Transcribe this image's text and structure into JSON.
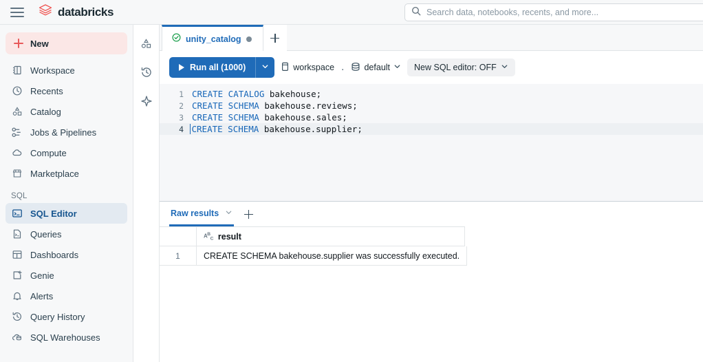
{
  "topbar": {
    "menu_icon": "hamburger-icon",
    "brand": "databricks",
    "brand_logo_icon": "databricks-logo-icon",
    "brand_color": "#ef5350",
    "search": {
      "icon": "search-icon",
      "placeholder": "Search data, notebooks, recents, and more...",
      "value": ""
    }
  },
  "sidebar": {
    "new_button": {
      "label": "New",
      "icon": "plus-icon",
      "bg": "#fbe7e6",
      "accent": "#e8595a"
    },
    "items": [
      {
        "label": "Workspace",
        "icon": "workspace-icon",
        "active": false
      },
      {
        "label": "Recents",
        "icon": "clock-icon",
        "active": false
      },
      {
        "label": "Catalog",
        "icon": "catalog-shapes-icon",
        "active": false
      },
      {
        "label": "Jobs & Pipelines",
        "icon": "pipelines-icon",
        "active": false
      },
      {
        "label": "Compute",
        "icon": "cloud-icon",
        "active": false
      },
      {
        "label": "Marketplace",
        "icon": "store-icon",
        "active": false
      }
    ],
    "section_label": "SQL",
    "sql_items": [
      {
        "label": "SQL Editor",
        "icon": "sql-editor-icon",
        "active": true
      },
      {
        "label": "Queries",
        "icon": "queries-icon",
        "active": false
      },
      {
        "label": "Dashboards",
        "icon": "dashboards-icon",
        "active": false
      },
      {
        "label": "Genie",
        "icon": "genie-icon",
        "active": false
      },
      {
        "label": "Alerts",
        "icon": "bell-icon",
        "active": false
      },
      {
        "label": "Query History",
        "icon": "history-icon",
        "active": false
      },
      {
        "label": "SQL Warehouses",
        "icon": "warehouse-cloud-icon",
        "active": false
      }
    ]
  },
  "rail": {
    "items": [
      {
        "icon": "catalog-shapes-icon"
      },
      {
        "icon": "history-clock-icon"
      },
      {
        "icon": "sparkle-assistant-icon"
      }
    ]
  },
  "tabs": {
    "items": [
      {
        "title": "unity_catalog",
        "status_icon": "check-circle-icon",
        "status_color": "#1a9e4b",
        "unsaved": true,
        "active": true
      }
    ],
    "add_tab_icon": "plus-icon"
  },
  "toolbar": {
    "run_label": "Run all  (1000)",
    "run_icon": "play-icon",
    "run_caret_icon": "chevron-down-icon",
    "run_bg": "#1f6bb8",
    "catalog": {
      "icon": "catalog-db-icon",
      "label": "workspace"
    },
    "separator": ".",
    "schema": {
      "icon": "schema-icon",
      "label": "default",
      "caret_icon": "chevron-down-icon"
    },
    "editor_toggle": {
      "label": "New SQL editor: OFF",
      "caret_icon": "chevron-down-icon"
    }
  },
  "editor": {
    "lines": [
      {
        "num": "1",
        "keywords": "CREATE CATALOG",
        "rest": " bakehouse;",
        "current": false
      },
      {
        "num": "2",
        "keywords": "CREATE SCHEMA",
        "rest": " bakehouse.reviews;",
        "current": false
      },
      {
        "num": "3",
        "keywords": "CREATE SCHEMA",
        "rest": " bakehouse.sales;",
        "current": false
      },
      {
        "num": "4",
        "keywords": "CREATE SCHEMA",
        "rest": " bakehouse.supplier;",
        "current": true
      }
    ]
  },
  "results": {
    "tab_label": "Raw results",
    "tab_caret_icon": "chevron-down-icon",
    "add_tab_icon": "plus-icon",
    "column_type_icon": "abc-string-type-icon",
    "columns": [
      "result"
    ],
    "rows": [
      {
        "num": "1",
        "result": "CREATE SCHEMA bakehouse.supplier was successfully executed."
      }
    ]
  }
}
